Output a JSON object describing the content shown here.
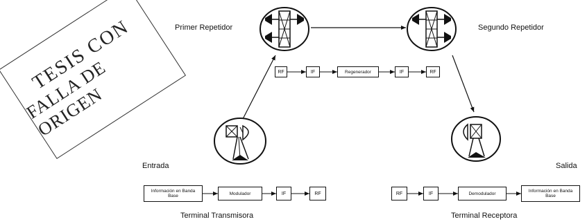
{
  "stamp": {
    "line1": "TESIS CON",
    "line2": "FALLA DE ORIGEN"
  },
  "labels": {
    "primer_repetidor": "Primer Repetidor",
    "segundo_repetidor": "Segundo Repetidor",
    "entrada": "Entrada",
    "salida": "Salida",
    "terminal_transmisora": "Terminal Transmisora",
    "terminal_receptora": "Terminal Receptora"
  },
  "repeater_chain": [
    "RF",
    "IF",
    "Regenerador",
    "IF",
    "RF"
  ],
  "transmitter_chain": [
    "Información en Banda Base",
    "Modulador",
    "IF",
    "RF"
  ],
  "receiver_chain": [
    "RF",
    "IF",
    "Demodulador",
    "Información en Banda Base"
  ],
  "icons": [
    "repeater-tower-icon",
    "repeater-tower-icon",
    "transmitter-tower-icon",
    "receiver-tower-icon"
  ]
}
